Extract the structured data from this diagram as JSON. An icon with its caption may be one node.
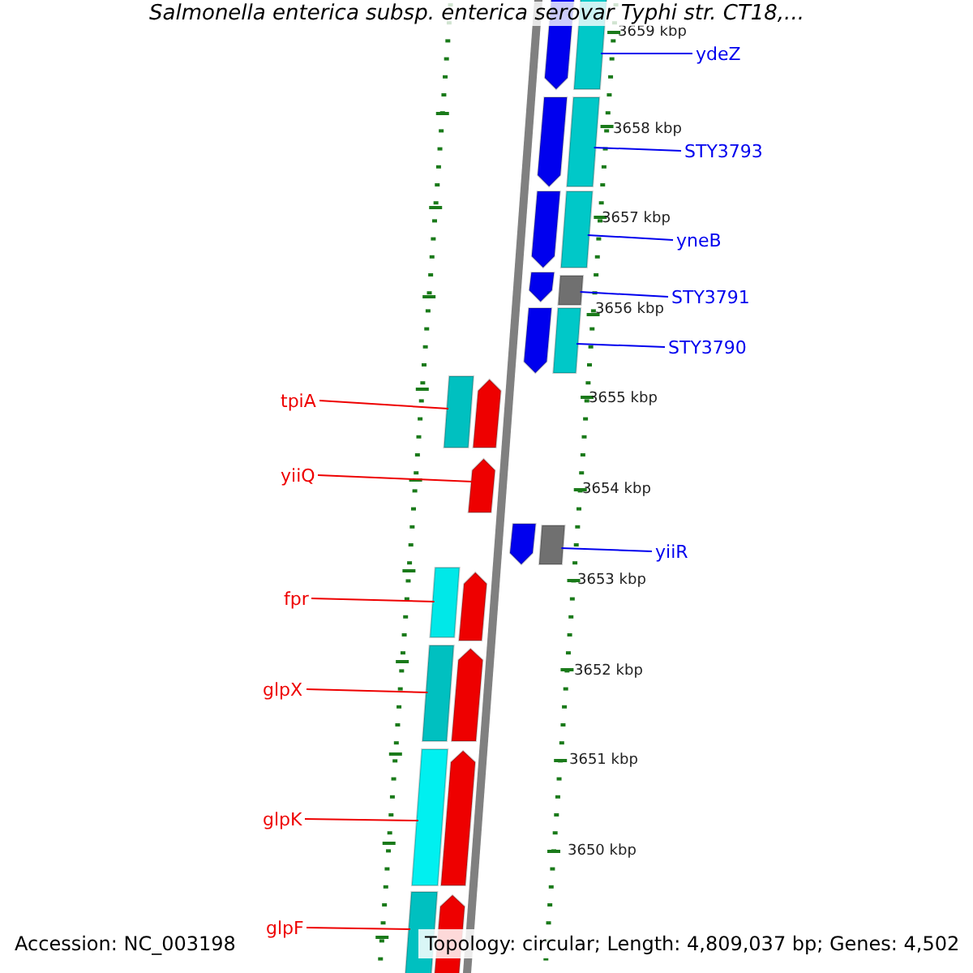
{
  "diagram": {
    "title": "Salmonella enterica subsp. enterica serovar Typhi str. CT18,...",
    "nodes": [
      {
        "text": [
          "ydeZ"
        ]
      },
      {
        "text": [
          "STY3793"
        ]
      },
      {
        "text": [
          "yneB"
        ]
      },
      {
        "text": [
          "STY3791"
        ]
      },
      {
        "text": [
          "STY3790"
        ]
      },
      {
        "text": [
          "tpiA"
        ]
      },
      {
        "text": [
          "yiiQ"
        ]
      },
      {
        "text": [
          "yiiR"
        ]
      },
      {
        "text": [
          "fpr"
        ]
      },
      {
        "text": [
          "glpX"
        ]
      },
      {
        "text": [
          "glpK"
        ]
      },
      {
        "text": [
          "glpF"
        ]
      },
      {
        "text": [],
        "shape": "bar"
      },
      {
        "text": [],
        "shape": "bar"
      },
      {
        "text": [],
        "shape": "bar"
      },
      {
        "text": [],
        "shape": "bar"
      },
      {
        "text": [],
        "shape": "bar"
      },
      {
        "text": [],
        "shape": "bar"
      },
      {
        "text": [],
        "shape": "bar"
      },
      {
        "text": [],
        "shape": "bar"
      },
      {
        "text": [],
        "shape": "bar"
      },
      {
        "text": [],
        "shape": "bar"
      },
      {
        "text": [],
        "shape": "bar"
      },
      {
        "text": [],
        "shape": "bar"
      },
      {
        "text": [],
        "shape": "bar"
      },
      {
        "text": [],
        "shape": "bar"
      },
      {
        "text": [],
        "shape": "bar"
      },
      {
        "text": [],
        "shape": "bar"
      },
      {
        "text": [],
        "shape": "bar"
      },
      {
        "text": [],
        "shape": "bar"
      },
      {
        "text": [],
        "shape": "bar"
      },
      {
        "text": [],
        "shape": "bar"
      },
      {
        "text": [],
        "shape": "bar"
      },
      {
        "text": [],
        "shape": "bar"
      },
      {
        "text": [],
        "shape": "bar"
      }
    ],
    "edges": [
      {
        "from": 0,
        "to": 13,
        "arrow": "none",
        "color": "#0000ee"
      },
      {
        "from": 1,
        "to": 15,
        "arrow": "none",
        "color": "#0000ee"
      },
      {
        "from": 2,
        "to": 17,
        "arrow": "none",
        "color": "#0000ee"
      },
      {
        "from": 3,
        "to": 19,
        "arrow": "none",
        "color": "#0000ee"
      },
      {
        "from": 4,
        "to": 21,
        "arrow": "none",
        "color": "#0000ee"
      },
      {
        "from": 5,
        "to": 22,
        "arrow": "none",
        "color": "#ee0000"
      },
      {
        "from": 6,
        "to": 24,
        "arrow": "none",
        "color": "#ee0000"
      },
      {
        "from": 7,
        "to": 26,
        "arrow": "none",
        "color": "#0000ee"
      },
      {
        "from": 8,
        "to": 27,
        "arrow": "none",
        "color": "#ee0000"
      },
      {
        "from": 9,
        "to": 29,
        "arrow": "none",
        "color": "#ee0000"
      },
      {
        "from": 10,
        "to": 31,
        "arrow": "none",
        "color": "#ee0000"
      },
      {
        "from": 11,
        "to": 33,
        "arrow": "none",
        "color": "#ee0000"
      }
    ],
    "labels": [
      "3659 kbp",
      "3658 kbp",
      "3657 kbp",
      "3656 kbp",
      "3655 kbp",
      "3654 kbp",
      "3653 kbp",
      "3652 kbp",
      "3651 kbp",
      "3650 kbp",
      "Accession: NC_003198",
      "Topology: circular; Length: 4,809,037 bp; Genes: 4,502"
    ]
  }
}
